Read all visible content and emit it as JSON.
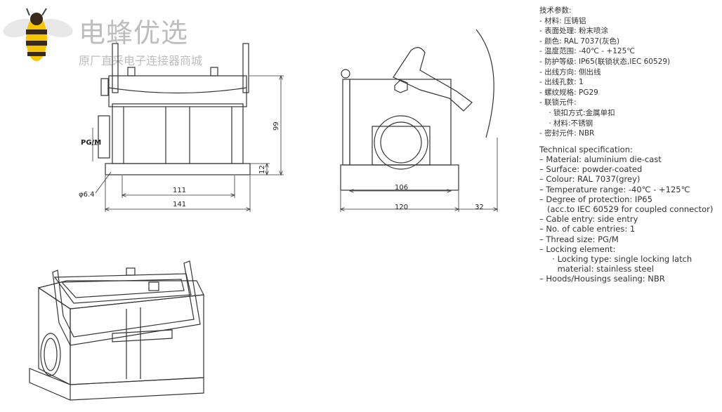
{
  "logo": {
    "name": "电蜂优选",
    "tagline": "原厂直采电子连接器商城",
    "icon": "bee-icon"
  },
  "dimensions": {
    "front": {
      "pg": "PG/M",
      "hole": "φ6.4",
      "inner_width": "111",
      "outer_width": "141",
      "height": "99",
      "base_height": "12"
    },
    "side": {
      "inner_width": "106",
      "outer_width": "120",
      "latch_depth": "32"
    }
  },
  "specs_cn": [
    "技术参数:",
    "- 材料: 压铸铝",
    "- 表面处理: 粉末喷涂",
    "- 颜色: RAL 7037(灰色)",
    "- 温度范围: -40℃ - +125℃",
    "- 防护等级: IP65(联锁状态,IEC 60529)",
    "- 出线方向: 侧出线",
    "- 出线孔数: 1",
    "- 螺纹规格: PG29",
    "- 联锁元件:",
    "    · 锁扣方式:金属单扣",
    "    · 材料:不锈钢",
    "- 密封元件: NBR"
  ],
  "specs_en": [
    "Technical specification:",
    "– Material: aluminium die-cast",
    "– Surface: powder-coated",
    "– Colour: RAL 7037(grey)",
    "– Temperature range: -40℃ - +125℃",
    "– Degree of protection: IP65",
    "   (acc.to IEC 60529 for coupled connector)",
    "– Cable entry: side entry",
    "– No. of cable entries: 1",
    "– Thread size: PG/M",
    "– Locking element:",
    "     · Locking type: single locking latch",
    "       material: stainless steel",
    "– Hoods/Housings sealing: NBR"
  ]
}
